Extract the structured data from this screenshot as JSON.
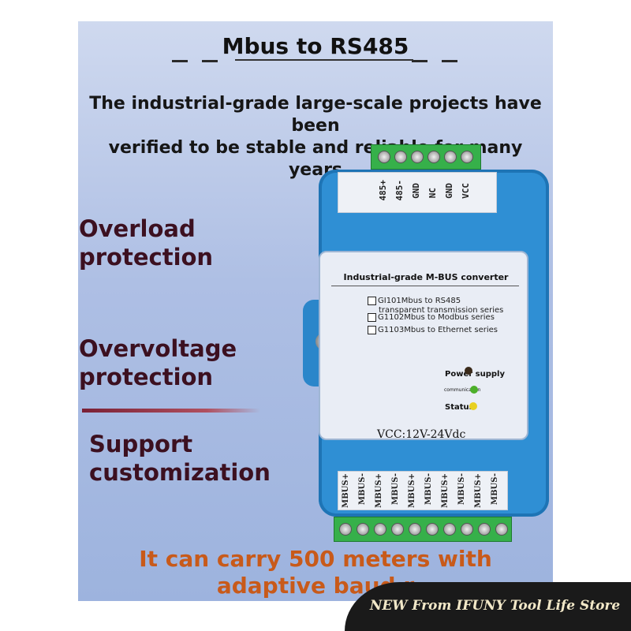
{
  "title": "Mbus to RS485",
  "subtitle_line1": "The industrial-grade large-scale projects have been",
  "subtitle_line2": "verified to be stable and reliable for many years",
  "features": [
    {
      "line1": "Overload",
      "line2": "protection"
    },
    {
      "line1": "Overvoltage",
      "line2": "protection"
    },
    {
      "line1": "Support",
      "line2": "customization"
    }
  ],
  "bottom_line1": "It can carry 500 meters with",
  "bottom_line2": "adaptive baud r",
  "banner": "NEW From IFUNY Tool Life Store",
  "device": {
    "top_pins": [
      "485+",
      "485-",
      "GND",
      "NC",
      "GND",
      "VCC"
    ],
    "bottom_pins": [
      "MBUS+",
      "MBUS-",
      "MBUS+",
      "MBUS-",
      "MBUS+",
      "MBUS-",
      "MBUS+",
      "MBUS-",
      "MBUS+",
      "MBUS-"
    ],
    "faceplate_title": "Industrial-grade M-BUS converter",
    "options": [
      {
        "line1": "GI101Mbus to RS485",
        "line2": "transparent transmission series"
      },
      {
        "line1": "G1102Mbus to Modbus series",
        "line2": ""
      },
      {
        "line1": "G1103Mbus to Ethernet series",
        "line2": ""
      }
    ],
    "leds": [
      {
        "label": "Power supply",
        "color": "#3a2a1a"
      },
      {
        "label": "communication",
        "color": "#4caf2a"
      },
      {
        "label": "Status",
        "color": "#e8d020"
      }
    ],
    "vcc": "VCC:12V-24Vdc"
  },
  "colors": {
    "panel": "#aebfe4",
    "device": "#2f8fd4",
    "terminal": "#36b04a",
    "feature_text": "#3c1020",
    "bottom_text": "#c85a1a"
  }
}
